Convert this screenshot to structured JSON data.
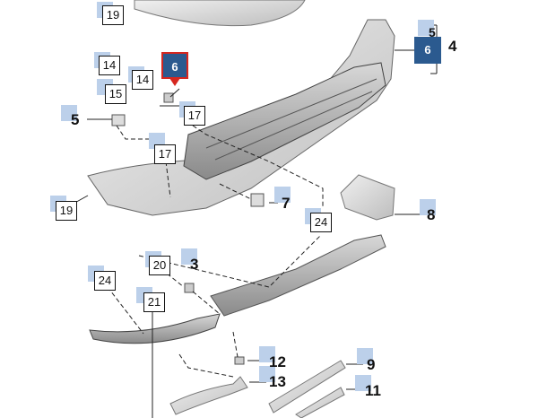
{
  "labels": {
    "l19a": "19",
    "l14a": "14",
    "l14b": "14",
    "l15": "15",
    "l5a": "5",
    "l17a": "17",
    "l17b": "17",
    "l19b": "19",
    "l7": "7",
    "l24a": "24",
    "l8": "8",
    "l20": "20",
    "l3": "3",
    "l24b": "24",
    "l21": "21",
    "l12": "12",
    "l13": "13",
    "l9": "9",
    "l11": "11",
    "l5b": "5",
    "l4": "4"
  },
  "highlight": {
    "main": "6",
    "side": "6"
  },
  "colors": {
    "highlight_fill": "#2b5a8f",
    "highlight_border": "#d6271f",
    "marker": "#bcd0ea"
  }
}
